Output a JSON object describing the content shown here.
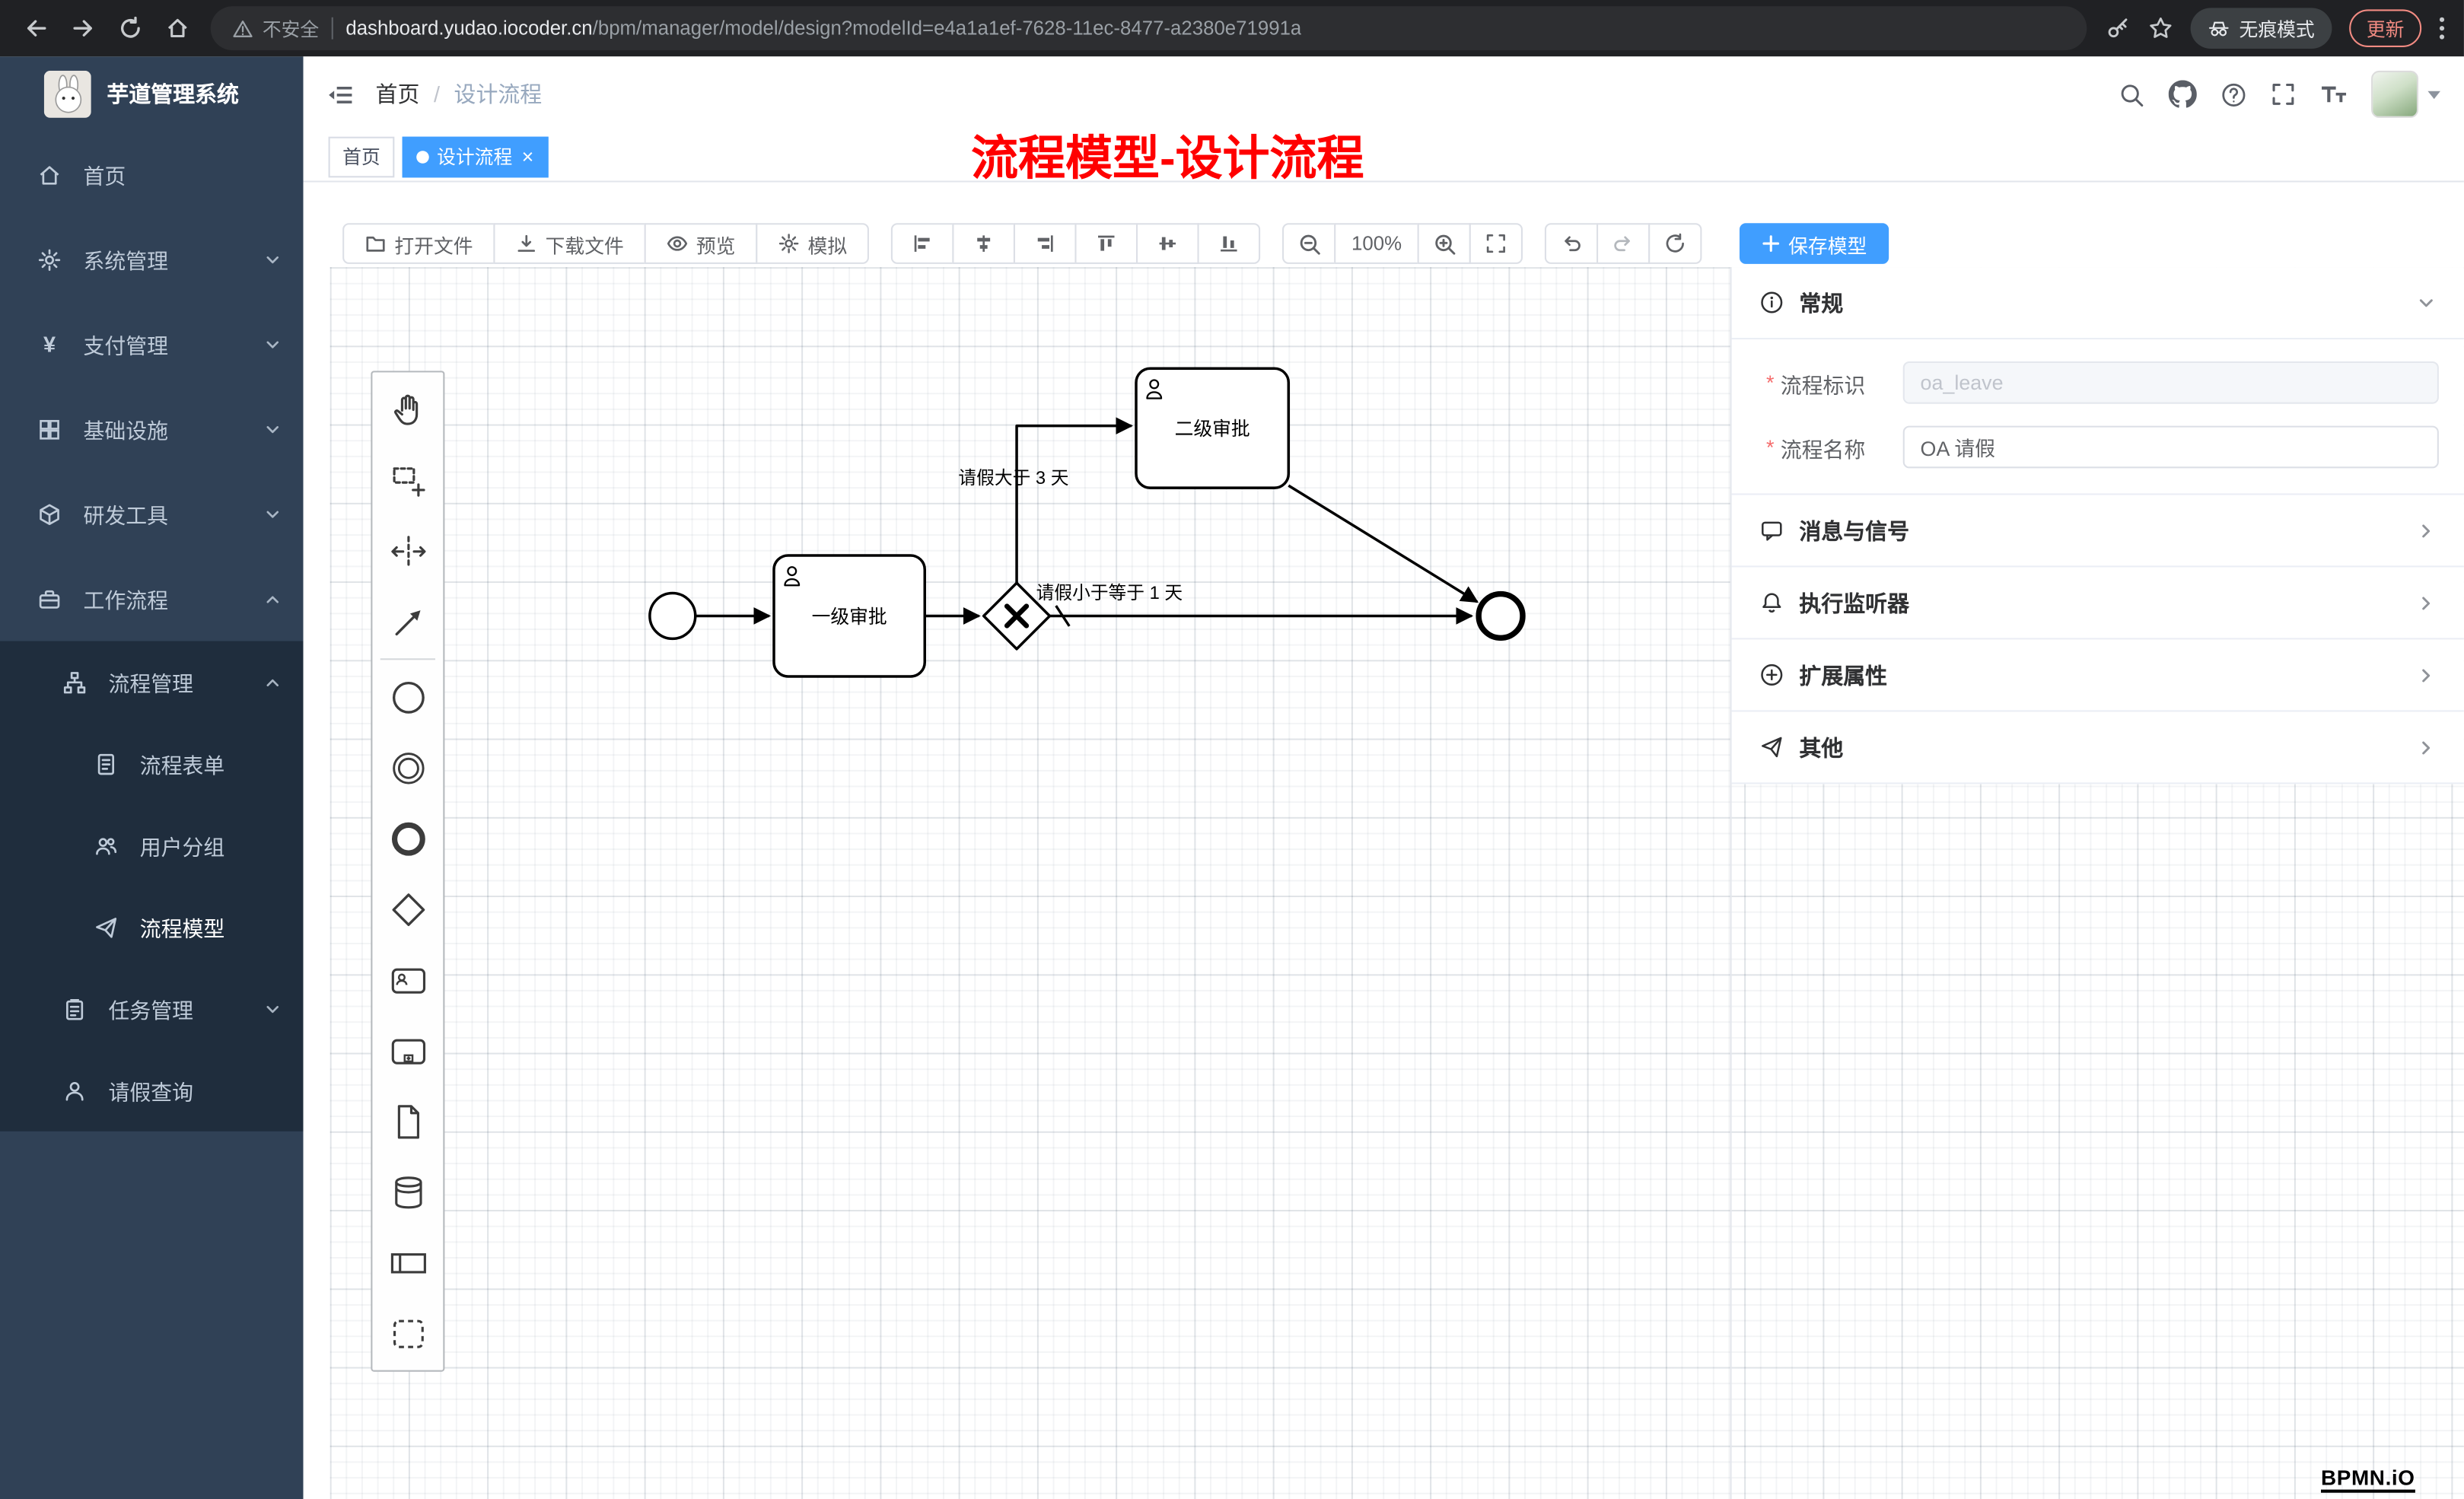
{
  "colors": {
    "accent": "#409eff",
    "annotation": "#ff0000",
    "sidebar_bg": "#304156",
    "submenu_bg": "#1f2d3d",
    "tab_active": "#409eff"
  },
  "browser": {
    "security_label": "不安全",
    "url_host": "dashboard.yudao.iocoder.cn",
    "url_path": "/bpm/manager/model/design?modelId=e4a1a1ef-7628-11ec-8477-a2380e71991a",
    "incognito_label": "无痕模式",
    "update_label": "更新"
  },
  "sidebar": {
    "app_title": "芋道管理系统",
    "yen_glyph": "¥",
    "items": [
      {
        "label": "首页"
      },
      {
        "label": "系统管理"
      },
      {
        "label": "支付管理"
      },
      {
        "label": "基础设施"
      },
      {
        "label": "研发工具"
      },
      {
        "label": "工作流程"
      },
      {
        "label": "流程管理"
      },
      {
        "label": "流程表单"
      },
      {
        "label": "用户分组"
      },
      {
        "label": "流程模型"
      },
      {
        "label": "任务管理"
      },
      {
        "label": "请假查询"
      }
    ]
  },
  "header": {
    "breadcrumb_home": "首页",
    "breadcrumb_sep": "/",
    "breadcrumb_current": "设计流程"
  },
  "annotation": "流程模型-设计流程",
  "tabs": {
    "home": "首页",
    "active": "设计流程",
    "close_glyph": "×"
  },
  "toolbar": {
    "open": "打开文件",
    "download": "下载文件",
    "preview": "预览",
    "simulate": "模拟",
    "zoom_level": "100%",
    "save": "保存模型"
  },
  "diagram": {
    "task1": "一级审批",
    "task2": "二级审批",
    "label_gt": "请假大于 3 天",
    "label_lte": "请假小于等于 1 天"
  },
  "panel": {
    "general": "常规",
    "required_mark": "*",
    "key_label": "流程标识",
    "key_value": "oa_leave",
    "name_label": "流程名称",
    "name_value": "OA 请假",
    "sections": [
      {
        "label": "消息与信号"
      },
      {
        "label": "执行监听器"
      },
      {
        "label": "扩展属性"
      },
      {
        "label": "其他"
      }
    ]
  },
  "watermark": "BPMN.iO"
}
